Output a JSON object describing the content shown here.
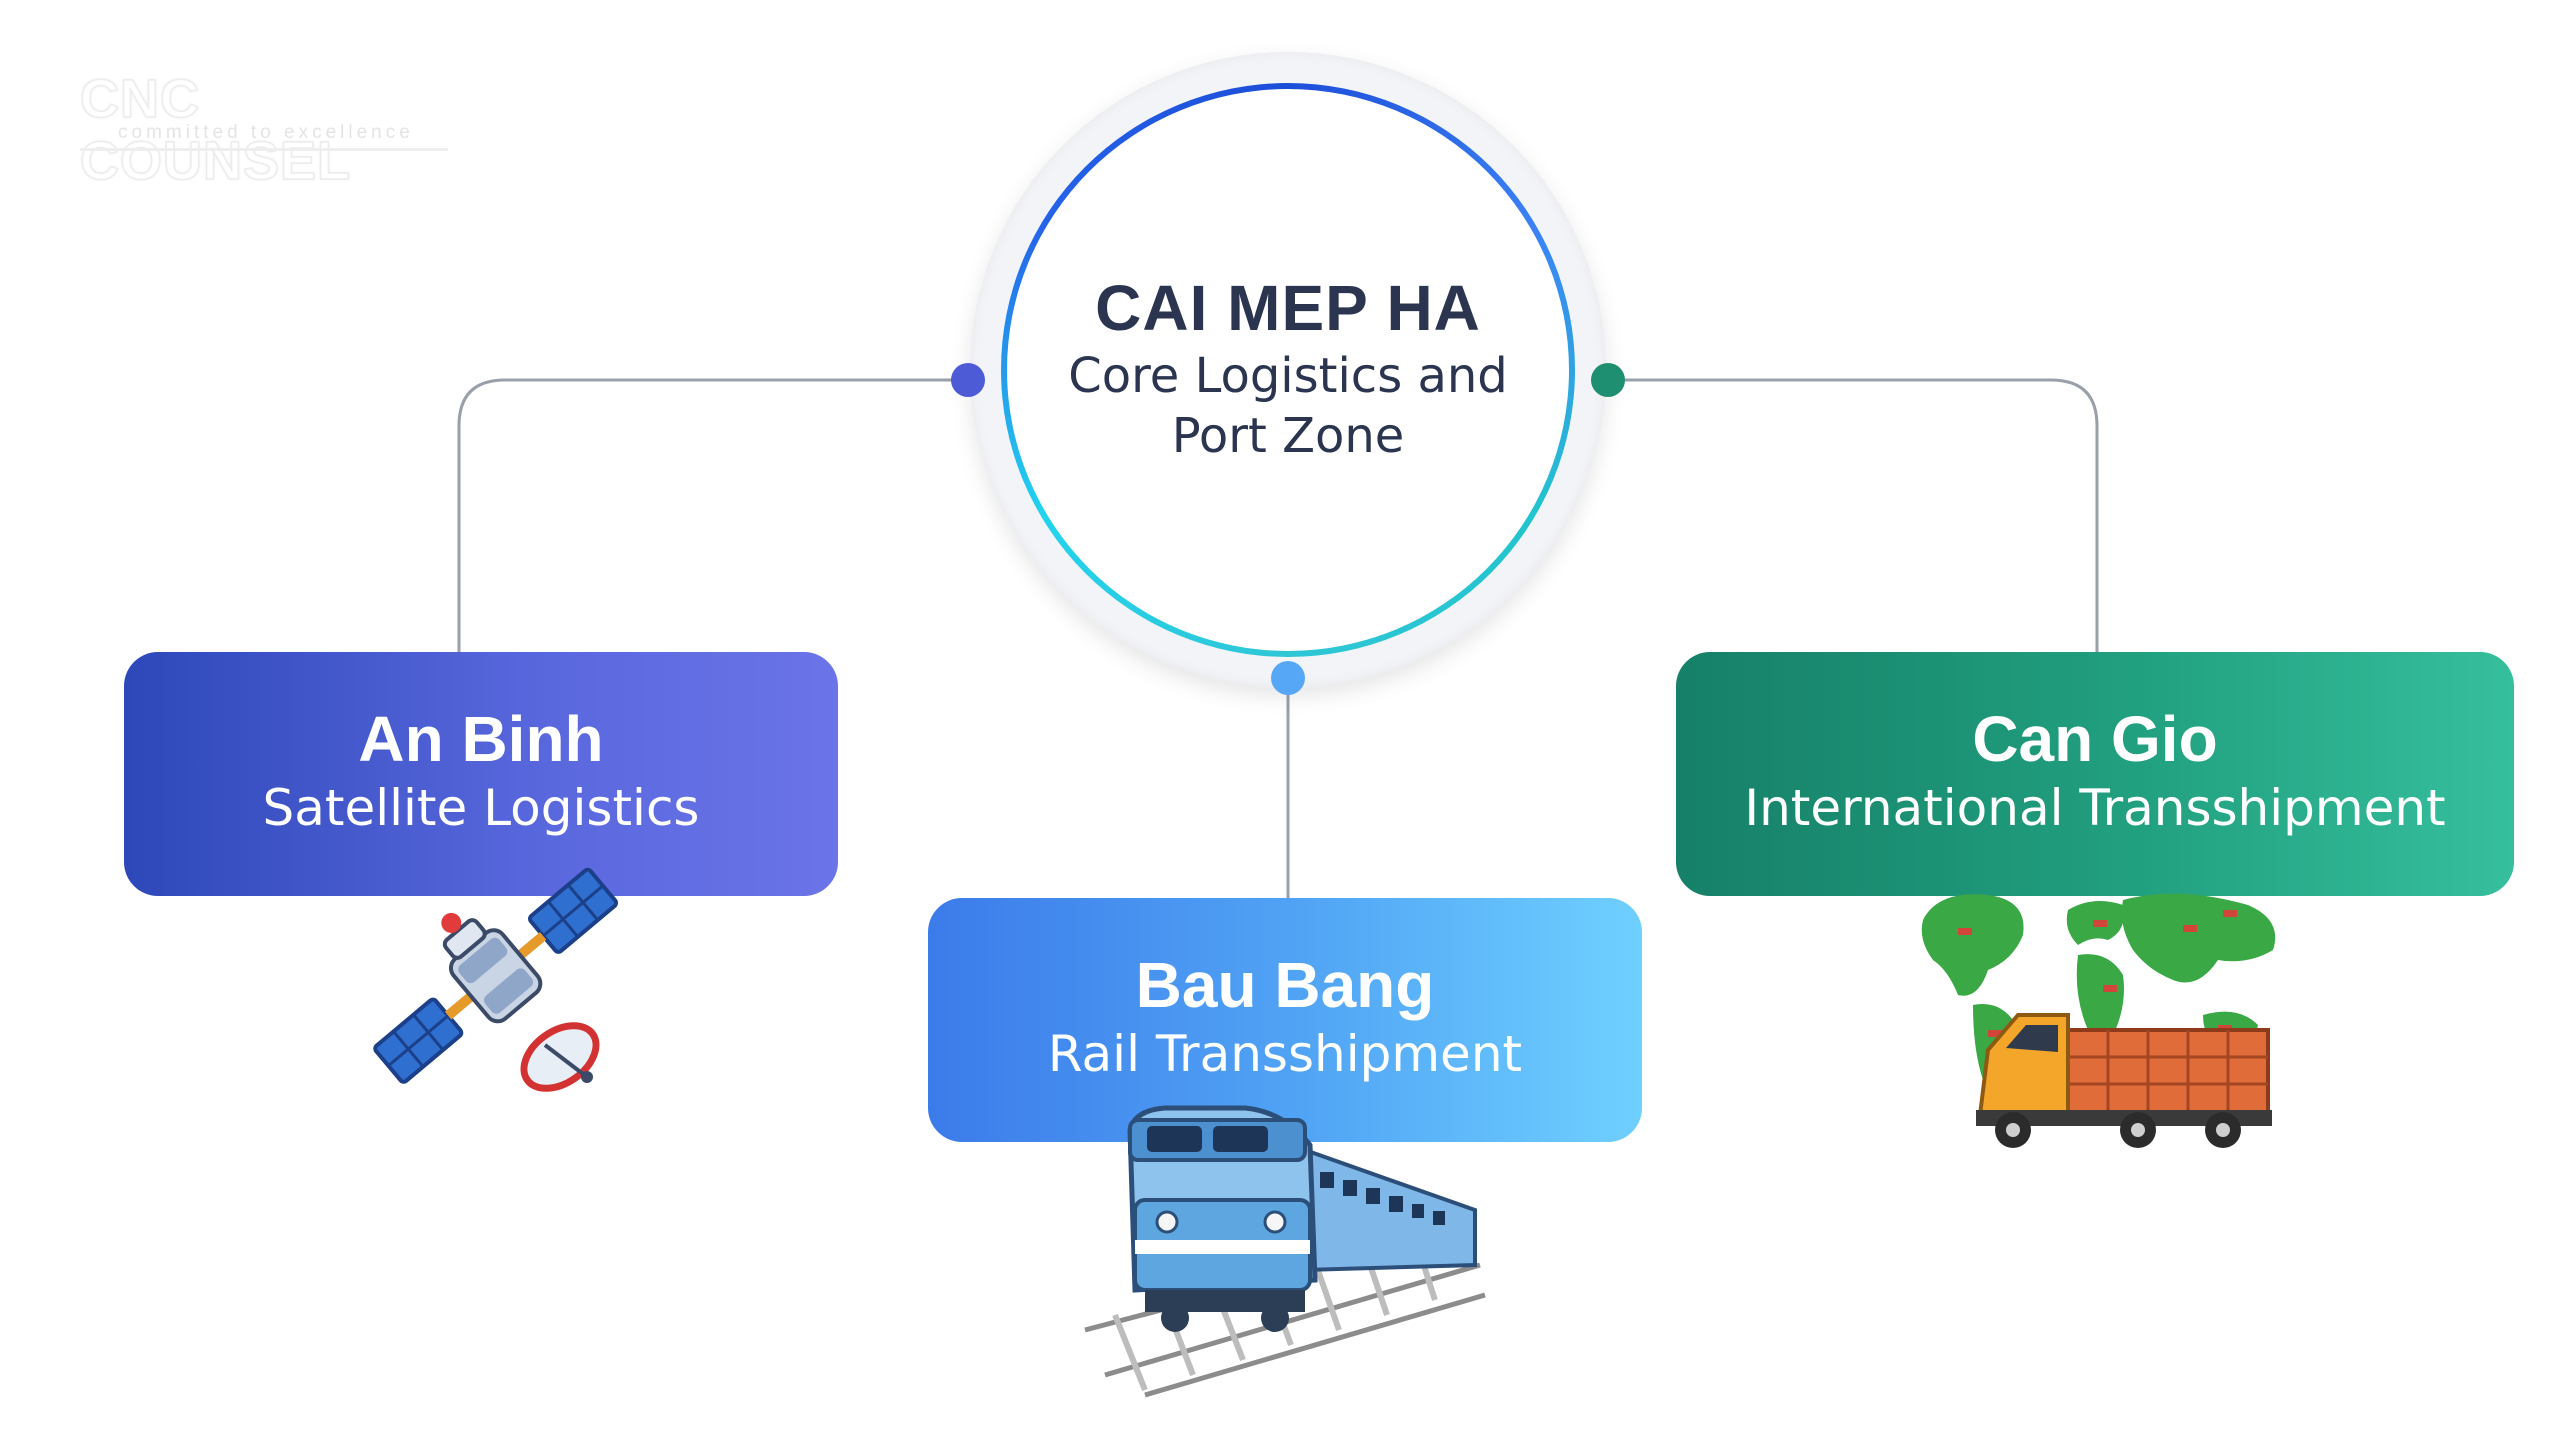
{
  "watermark": {
    "brand": "CNC COUNSEL",
    "tagline": "committed to excellence"
  },
  "center": {
    "title": "CAI MEP HA",
    "subtitle_line1": "Core Logistics and",
    "subtitle_line2": "Port Zone"
  },
  "nodes": [
    {
      "title": "An Binh",
      "subtitle": "Satellite Logistics",
      "icon": "satellite-icon"
    },
    {
      "title": "Bau Bang",
      "subtitle": "Rail Transshipment",
      "icon": "train-icon"
    },
    {
      "title": "Can Gio",
      "subtitle": "International Transshipment",
      "icon": "truck-world-map-icon"
    }
  ],
  "colors": {
    "connector": "#9aa0aa",
    "an_binh_gradient": [
      "#2d48b9",
      "#6b74e8"
    ],
    "bau_bang_gradient": [
      "#3b7bea",
      "#6fd0ff"
    ],
    "can_gio_gradient": [
      "#168068",
      "#36bf9d"
    ],
    "dot_left": "#4d5bd6",
    "dot_bottom": "#56a8f6",
    "dot_right": "#1e8f70",
    "center_text": "#2b3550"
  }
}
